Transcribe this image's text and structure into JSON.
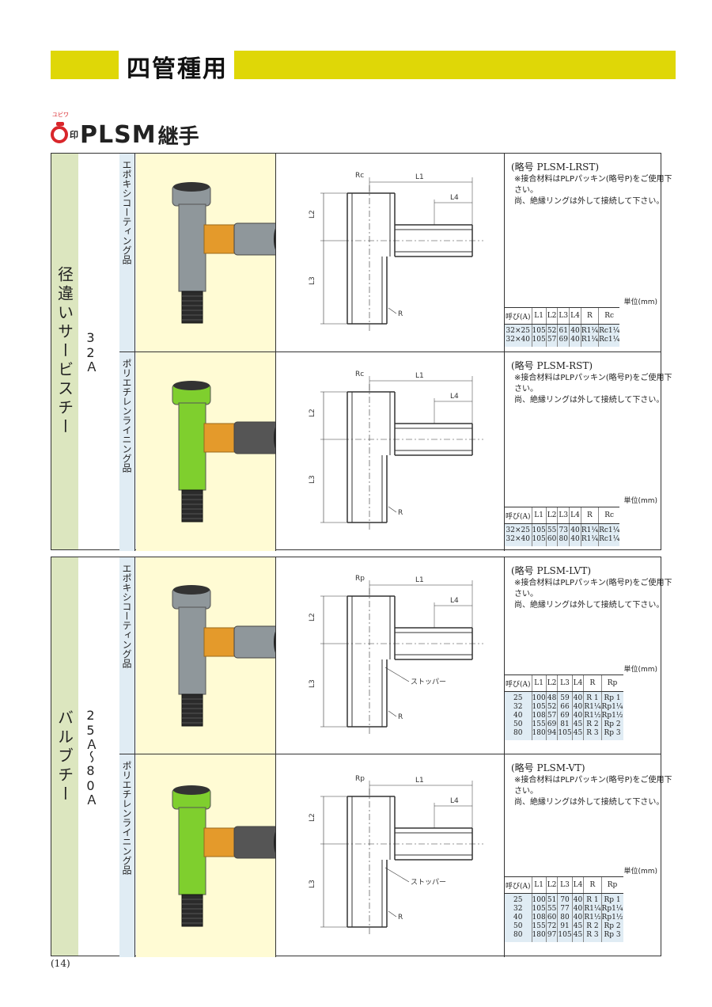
{
  "header": {
    "title": "四管種用"
  },
  "brand": {
    "ruby": "ユビワ",
    "mark": "印",
    "name": "PLSM",
    "suffix": "継手"
  },
  "sections": [
    {
      "label": "径違いサービスチー",
      "size": "32Ａ",
      "rows": [
        {
          "coating": "エポキシコーティング品",
          "code": "(略号 PLSM-LRST)",
          "note1": "※接合材料はPLPパッキン(略号P)をご使用下さい。",
          "note2": "尚、絶縁リングは外して接続して下さい。",
          "unit": "単位(mm)",
          "headers": [
            "呼び(A)",
            "L1",
            "L2",
            "L3",
            "L4",
            "R",
            "Rc"
          ],
          "rows": [
            [
              "32×25",
              "105",
              "52",
              "61",
              "40",
              "R1¼",
              "Rc1¼"
            ],
            [
              "32×40",
              "105",
              "57",
              "69",
              "40",
              "R1¼",
              "Rc1¼"
            ]
          ],
          "drawing": {
            "thread": "Rc",
            "l1": "L1",
            "l2": "L2",
            "l3": "L3",
            "l4": "L4",
            "r": "R",
            "stopper": ""
          },
          "color": "#8f979b"
        },
        {
          "coating": "ポリエチレンライニング品",
          "code": "(略号 PLSM-RST)",
          "note1": "※接合材料はPLPパッキン(略号P)をご使用下さい。",
          "note2": "尚、絶縁リングは外して接続して下さい。",
          "unit": "単位(mm)",
          "headers": [
            "呼び(A)",
            "L1",
            "L2",
            "L3",
            "L4",
            "R",
            "Rc"
          ],
          "rows": [
            [
              "32×25",
              "105",
              "55",
              "73",
              "40",
              "R1¼",
              "Rc1¼"
            ],
            [
              "32×40",
              "105",
              "60",
              "80",
              "40",
              "R1¼",
              "Rc1¼"
            ]
          ],
          "drawing": {
            "thread": "Rc",
            "l1": "L1",
            "l2": "L2",
            "l3": "L3",
            "l4": "L4",
            "r": "R",
            "stopper": ""
          },
          "color": "#7fcf2e"
        }
      ]
    },
    {
      "label": "バルブチー",
      "size": "25Ａ～80Ａ",
      "rows": [
        {
          "coating": "エポキシコーティング品",
          "code": "(略号 PLSM-LVT)",
          "note1": "※接合材料はPLPパッキン(略号P)をご使用下さい。",
          "note2": "尚、絶縁リングは外して接続して下さい。",
          "unit": "単位(mm)",
          "headers": [
            "呼び(A)",
            "L1",
            "L2",
            "L3",
            "L4",
            "R",
            "Rp"
          ],
          "rows": [
            [
              "25",
              "100",
              "48",
              "59",
              "40",
              "R 1",
              "Rp 1"
            ],
            [
              "32",
              "105",
              "52",
              "66",
              "40",
              "R1¼",
              "Rp1¼"
            ],
            [
              "40",
              "108",
              "57",
              "69",
              "40",
              "R1½",
              "Rp1½"
            ],
            [
              "50",
              "155",
              "69",
              "81",
              "45",
              "R 2",
              "Rp 2"
            ],
            [
              "80",
              "180",
              "94",
              "105",
              "45",
              "R 3",
              "Rp 3"
            ]
          ],
          "drawing": {
            "thread": "Rp",
            "l1": "L1",
            "l2": "L2",
            "l3": "L3",
            "l4": "L4",
            "r": "R",
            "stopper": "ストッパー"
          },
          "color": "#8f979b"
        },
        {
          "coating": "ポリエチレンライニング品",
          "code": "(略号 PLSM-VT)",
          "note1": "※接合材料はPLPパッキン(略号P)をご使用下さい。",
          "note2": "尚、絶縁リングは外して接続して下さい。",
          "unit": "単位(mm)",
          "headers": [
            "呼び(A)",
            "L1",
            "L2",
            "L3",
            "L4",
            "R",
            "Rp"
          ],
          "rows": [
            [
              "25",
              "100",
              "51",
              "70",
              "40",
              "R 1",
              "Rp 1"
            ],
            [
              "32",
              "105",
              "55",
              "77",
              "40",
              "R1¼",
              "Rp1¼"
            ],
            [
              "40",
              "108",
              "60",
              "80",
              "40",
              "R1½",
              "Rp1½"
            ],
            [
              "50",
              "155",
              "72",
              "91",
              "45",
              "R 2",
              "Rp 2"
            ],
            [
              "80",
              "180",
              "97",
              "105",
              "45",
              "R 3",
              "Rp 3"
            ]
          ],
          "drawing": {
            "thread": "Rp",
            "l1": "L1",
            "l2": "L2",
            "l3": "L3",
            "l4": "L4",
            "r": "R",
            "stopper": "ストッパー"
          },
          "color": "#7fcf2e"
        }
      ]
    }
  ],
  "footer": {
    "page": "(14)"
  }
}
